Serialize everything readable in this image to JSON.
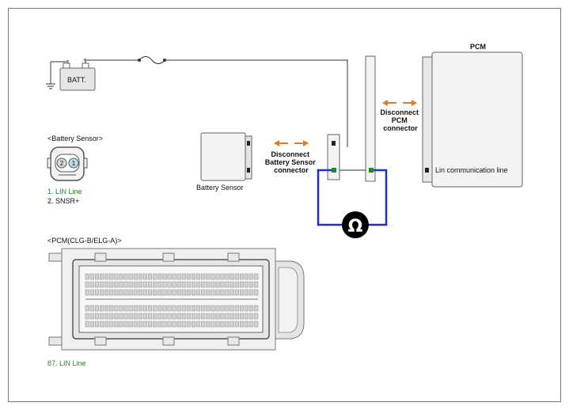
{
  "battery": {
    "label": "BATT.",
    "minus": "-",
    "plus": "+"
  },
  "battery_sensor": {
    "title": "<Battery Sensor>",
    "pin_2": "2",
    "pin_1": "1",
    "pins": [
      {
        "text": "1. LIN Line",
        "color": "#1f8a2e"
      },
      {
        "text": "2. SNSR+",
        "color": "#111111"
      }
    ],
    "body_label": "Battery Sensor"
  },
  "disconnect_battery": [
    "Disconnect",
    "Battery Sensor",
    "connector"
  ],
  "disconnect_pcm": [
    "Disconnect",
    "PCM",
    "connector"
  ],
  "pcm": {
    "title": "PCM",
    "line_label": "Lin communication line"
  },
  "ohmmeter": {
    "symbol": "Ω",
    "color": "#0a2aa8"
  },
  "pcm_connector": {
    "title": "<PCM(CLG-B/ELG-A)>",
    "pin_label": "87. LIN Line",
    "pin_color": "#1f8a2e"
  },
  "colors": {
    "arrow": "#e87722",
    "meter_wire": "#1e2fd0",
    "lin_pin": "#1f8a2e"
  }
}
